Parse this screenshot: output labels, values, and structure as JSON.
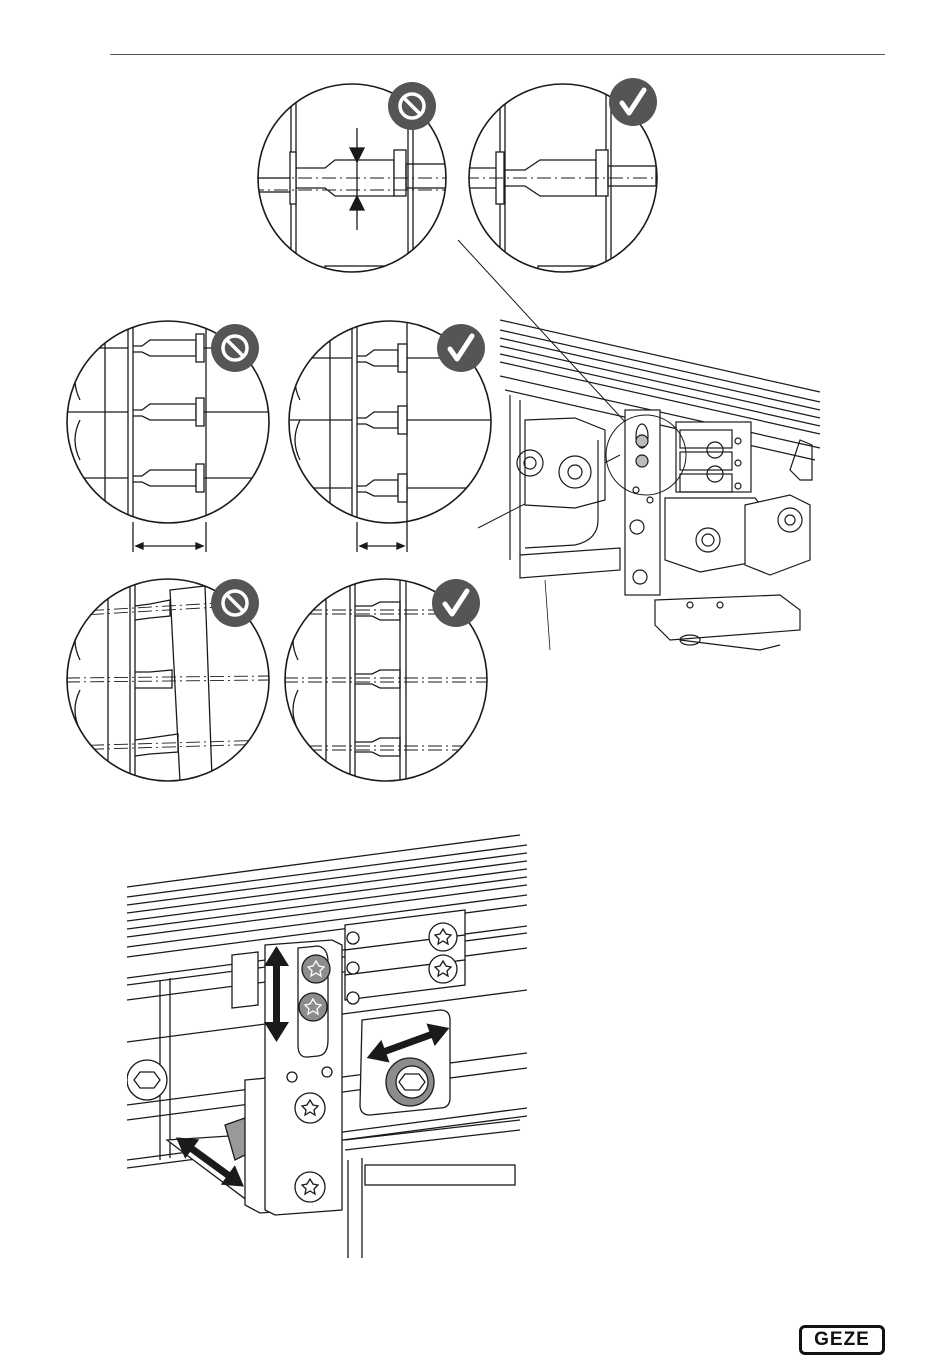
{
  "page": {
    "brand_logo_text": "GEZE",
    "colors": {
      "line": "#1a1a1a",
      "badge": "#555555",
      "slider_fill": "#d9d9d9",
      "screw_head": "#8c8c8c"
    }
  },
  "detail_views": [
    {
      "id": "top-left",
      "status_icon": "prohibited-icon",
      "meaning": "incorrect"
    },
    {
      "id": "top-right",
      "status_icon": "checkmark-icon",
      "meaning": "correct"
    },
    {
      "id": "middle-left",
      "status_icon": "prohibited-icon",
      "meaning": "incorrect"
    },
    {
      "id": "middle-right",
      "status_icon": "checkmark-icon",
      "meaning": "correct"
    },
    {
      "id": "bottom-left",
      "status_icon": "prohibited-icon",
      "meaning": "incorrect"
    },
    {
      "id": "bottom-right",
      "status_icon": "checkmark-icon",
      "meaning": "correct"
    }
  ]
}
